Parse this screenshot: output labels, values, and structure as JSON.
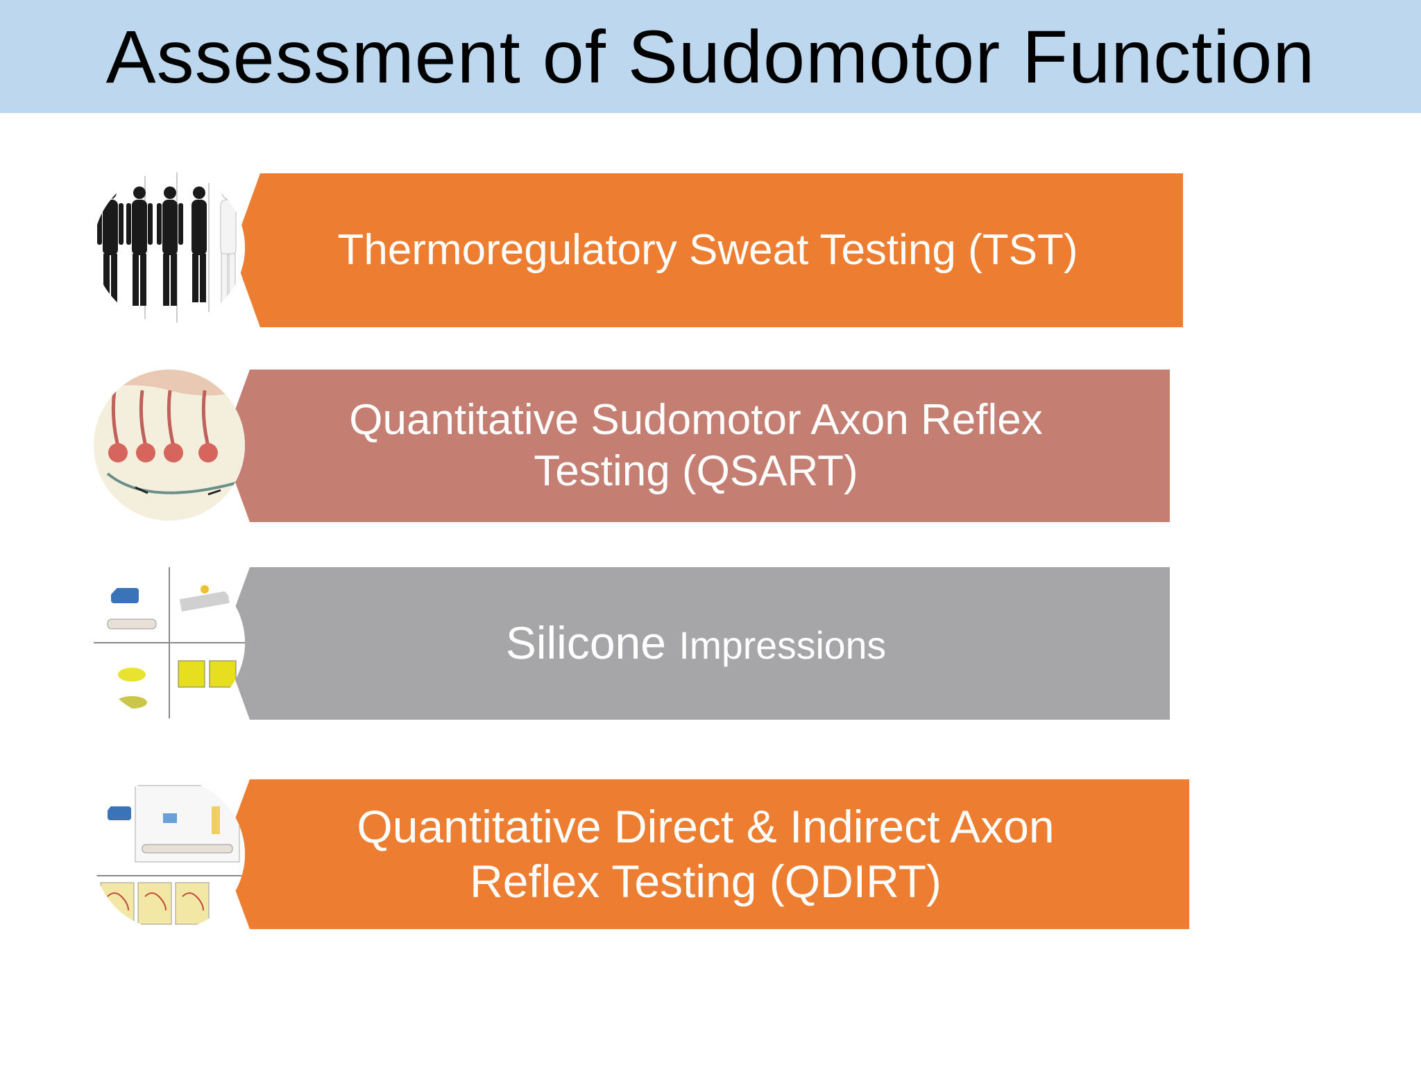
{
  "slide": {
    "title": "Assessment of Sudomotor Function",
    "colors": {
      "title_bar": "#bdd7ee",
      "orange": "#ed7d31",
      "rose": "#c47e72",
      "gray": "#a6a6a9",
      "text": "#ffffff"
    },
    "items": [
      {
        "line1": "Thermoregulatory Sweat Testing (TST)",
        "line2": "",
        "thumb": "body-sweat-map-thumbnail"
      },
      {
        "line1": "Quantitative Sudomotor Axon Reflex",
        "line2": "Testing (QSART)",
        "thumb": "sweat-gland-diagram-thumbnail"
      },
      {
        "line1": "Silicone",
        "line2": "Impressions",
        "thumb": "silicone-impression-thumbnail"
      },
      {
        "line1": "Quantitative Direct & Indirect Axon",
        "line2": "Reflex Testing (QDIRT)",
        "thumb": "qdirt-diagram-thumbnail"
      }
    ]
  }
}
